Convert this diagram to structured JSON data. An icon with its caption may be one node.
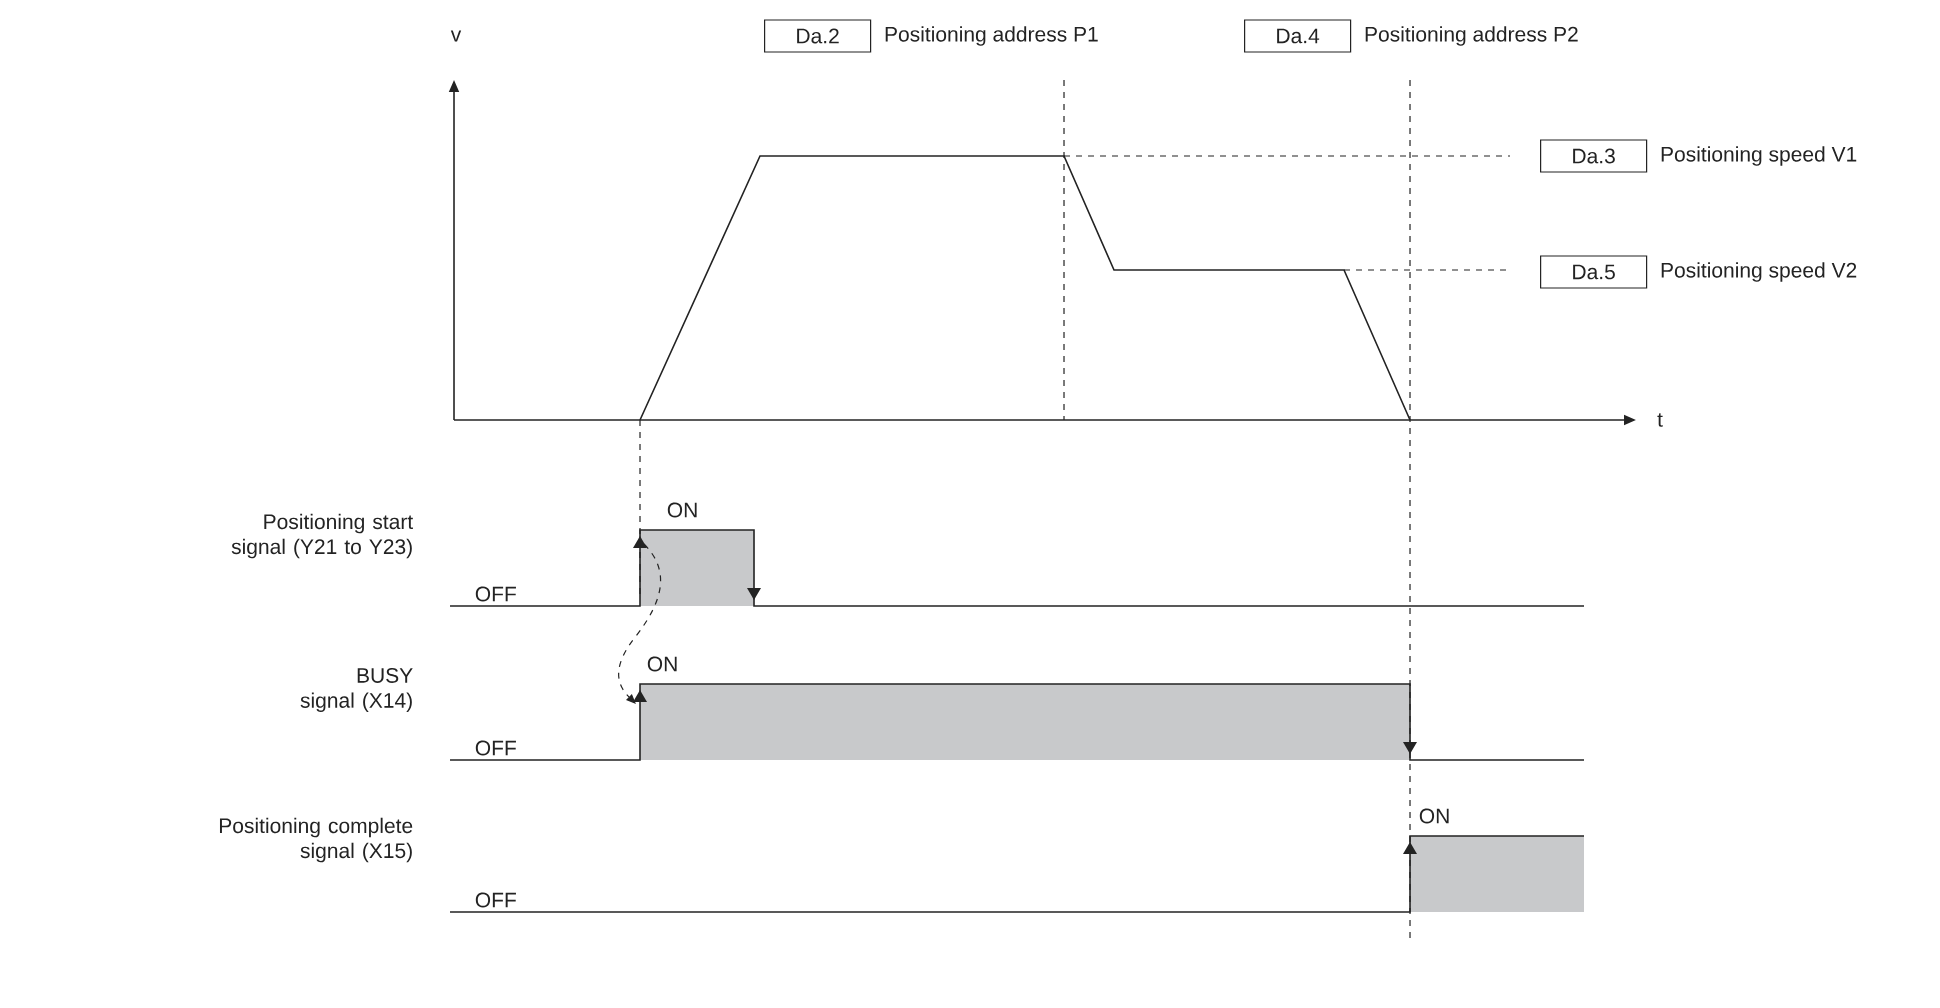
{
  "diagram": {
    "nodes": [
      {
        "text": [
          "Da.2"
        ],
        "beside": [
          "Positioning address P1"
        ]
      },
      {
        "text": [
          "Da.4"
        ],
        "beside": [
          "Positioning address P2"
        ]
      },
      {
        "text": [
          "Da.3"
        ],
        "beside": [
          "Positioning speed V1"
        ]
      },
      {
        "text": [
          "Da.5"
        ],
        "beside": [
          "Positioning speed V2"
        ]
      }
    ],
    "labels": [
      "v",
      "t",
      "Positioning start signal (Y21 to Y23)",
      "ON",
      "OFF",
      "BUSY signal (X14)",
      "ON",
      "OFF",
      "Positioning complete signal (X15)",
      "ON",
      "OFF"
    ]
  }
}
